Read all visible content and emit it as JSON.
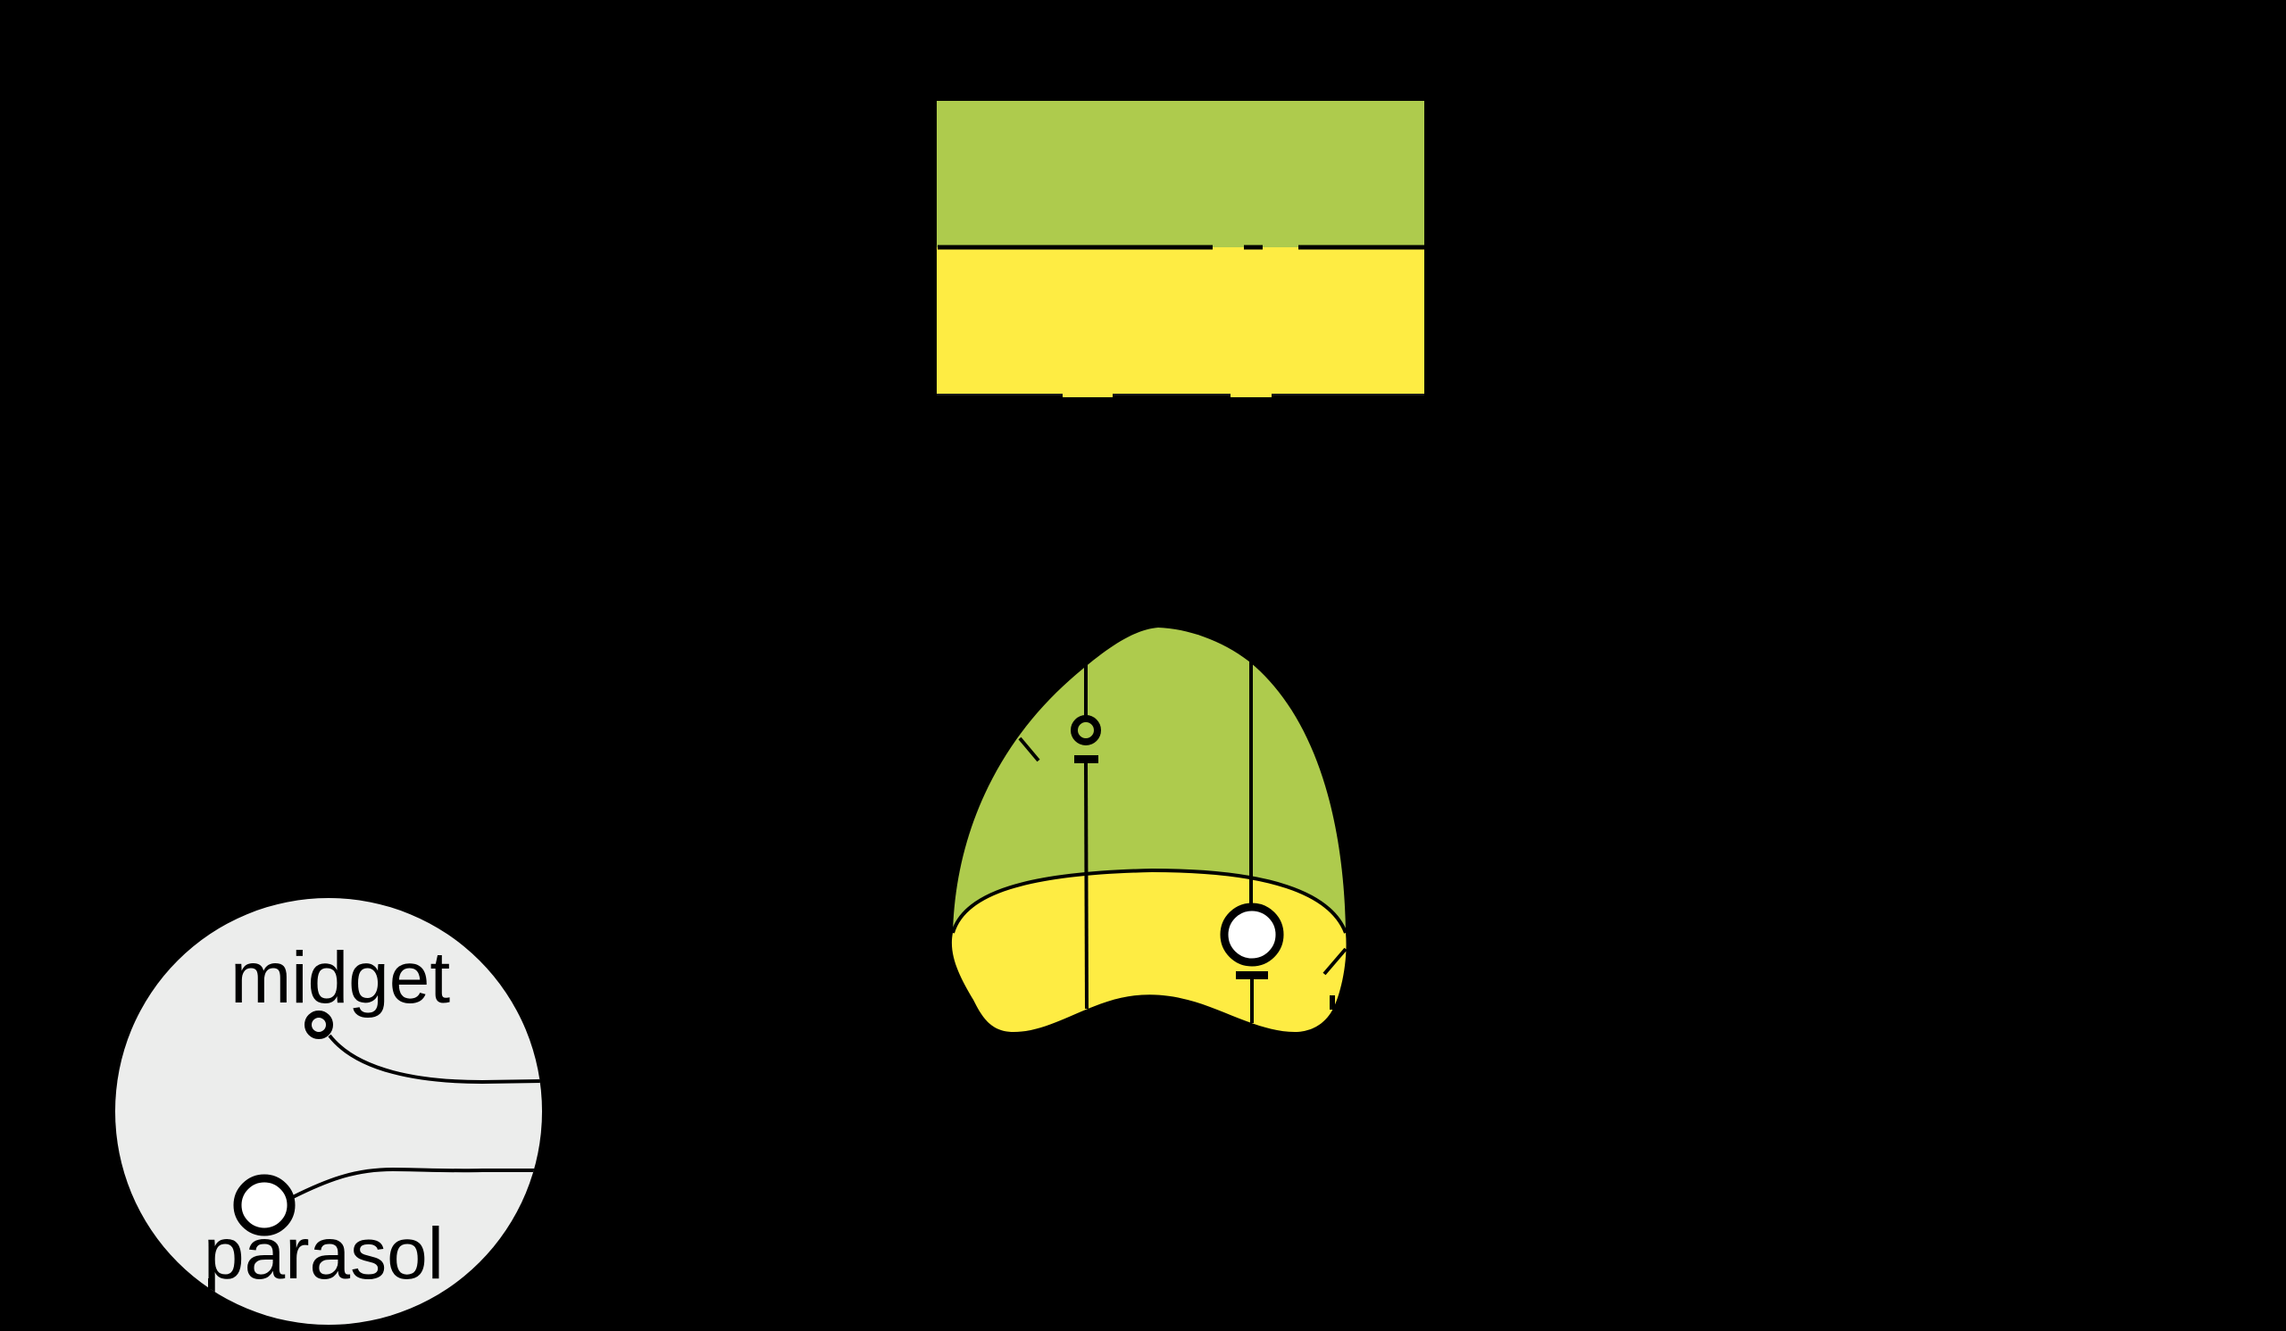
{
  "diagram": {
    "background_color": "#000000",
    "colors": {
      "layer_green": "#AECB4D",
      "layer_yellow": "#FEEC43",
      "inset_gray": "#ECEDEC",
      "stroke": "#000000",
      "cell_fill": "#FFFFFF"
    },
    "layers_rectangle": {
      "top_layer_color": "#AECB4D",
      "bottom_layer_color": "#FEEC43"
    },
    "retina_cross_section": {
      "outer_layer_color": "#AECB4D",
      "inner_layer_color": "#FEEC43",
      "cells": [
        {
          "type": "midget",
          "size": "small"
        },
        {
          "type": "parasol",
          "size": "large"
        }
      ]
    },
    "inset": {
      "labels": {
        "midget": "midget",
        "parasol": "parasol"
      }
    }
  }
}
